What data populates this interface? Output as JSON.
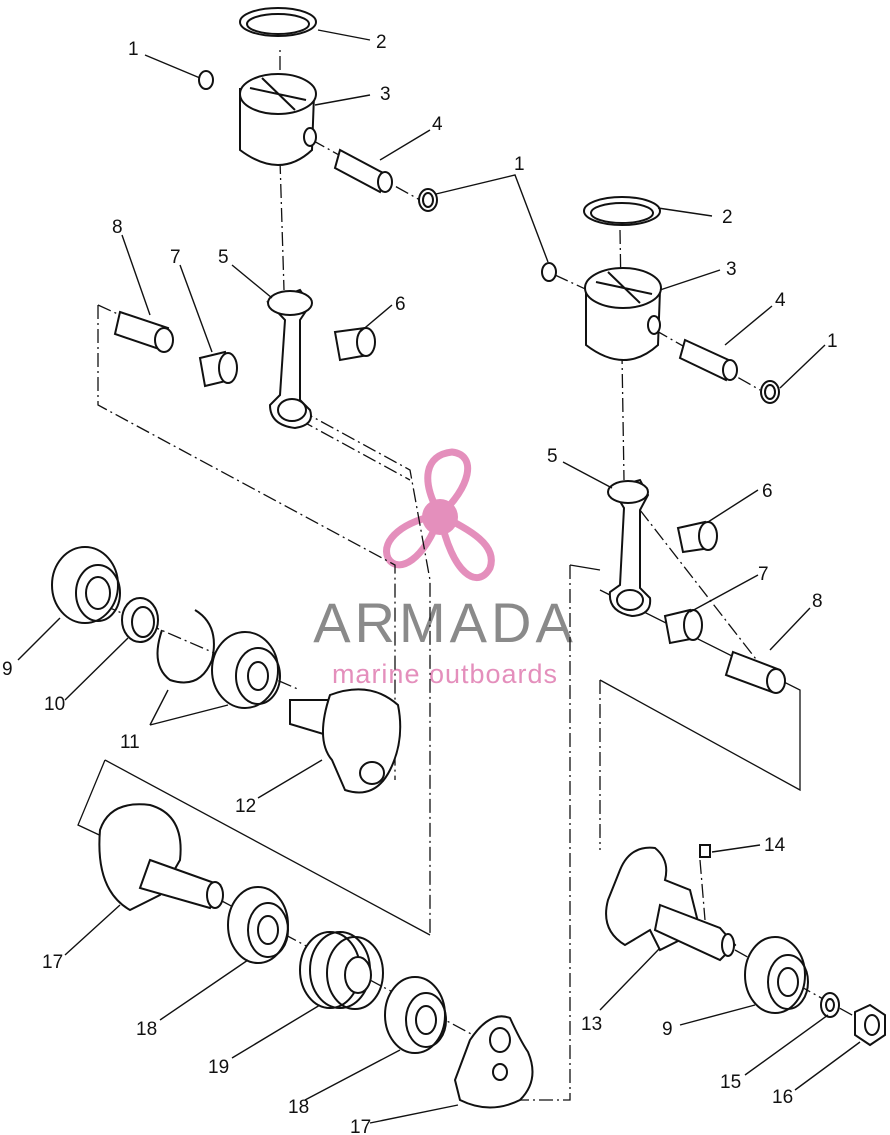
{
  "watermark": {
    "brand": "ARMADA",
    "tagline": "marine outboards",
    "brand_color": "#8a8a8a",
    "accent_color": "#e48fbc"
  },
  "callouts": [
    {
      "id": "c1a",
      "text": "1"
    },
    {
      "id": "c2a",
      "text": "2"
    },
    {
      "id": "c3a",
      "text": "3"
    },
    {
      "id": "c4a",
      "text": "4"
    },
    {
      "id": "c1b",
      "text": "1"
    },
    {
      "id": "c8a",
      "text": "8"
    },
    {
      "id": "c7a",
      "text": "7"
    },
    {
      "id": "c5a",
      "text": "5"
    },
    {
      "id": "c6a",
      "text": "6"
    },
    {
      "id": "c2b",
      "text": "2"
    },
    {
      "id": "c3b",
      "text": "3"
    },
    {
      "id": "c4b",
      "text": "4"
    },
    {
      "id": "c1c",
      "text": "1"
    },
    {
      "id": "c5b",
      "text": "5"
    },
    {
      "id": "c6b",
      "text": "6"
    },
    {
      "id": "c7b",
      "text": "7"
    },
    {
      "id": "c8b",
      "text": "8"
    },
    {
      "id": "c9a",
      "text": "9"
    },
    {
      "id": "c10",
      "text": "10"
    },
    {
      "id": "c11",
      "text": "11"
    },
    {
      "id": "c12",
      "text": "12"
    },
    {
      "id": "c14",
      "text": "14"
    },
    {
      "id": "c17a",
      "text": "17"
    },
    {
      "id": "c18a",
      "text": "18"
    },
    {
      "id": "c19",
      "text": "19"
    },
    {
      "id": "c18b",
      "text": "18"
    },
    {
      "id": "c17b",
      "text": "17"
    },
    {
      "id": "c13",
      "text": "13"
    },
    {
      "id": "c9b",
      "text": "9"
    },
    {
      "id": "c15",
      "text": "15"
    },
    {
      "id": "c16",
      "text": "16"
    }
  ]
}
